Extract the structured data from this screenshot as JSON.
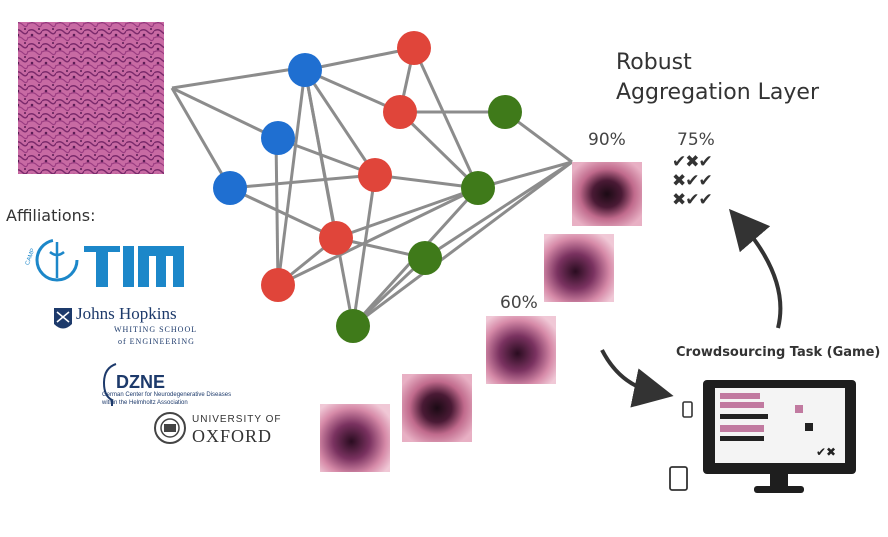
{
  "diagram": {
    "title_line1": "Robust",
    "title_line2": "Aggregation Layer",
    "affiliations_label": "Affiliations:",
    "crowdsourcing_label": "Crowdsourcing Task (Game)",
    "percent_90": "90%",
    "percent_75": "75%",
    "percent_60": "60%",
    "vote_rows": [
      "✔✖✔",
      "✖✔✔",
      "✖✔✔"
    ],
    "colors": {
      "blue": "#1f6fd1",
      "red": "#e0453a",
      "green": "#3f7a1a",
      "edge": "#8c8c8c"
    }
  },
  "logos": {
    "tum": "TUM",
    "camp": "CAMP",
    "jhu_line1": "Johns Hopkins",
    "jhu_line2": "WHITING SCHOOL",
    "jhu_line3": "of ENGINEERING",
    "dzne": "DZNE",
    "dzne_sub1": "German Center for Neurodegenerative Diseases",
    "dzne_sub2": "within the Helmholtz Association",
    "oxford_line1": "UNIVERSITY OF",
    "oxford_line2": "OXFORD"
  }
}
